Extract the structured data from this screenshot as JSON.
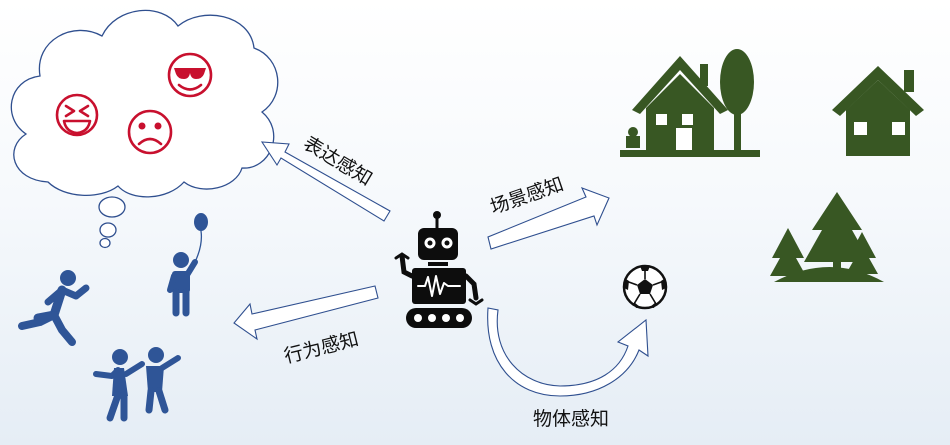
{
  "labels": {
    "expression": "表达感知",
    "scene": "场景感知",
    "behavior": "行为感知",
    "object": "物体感知"
  },
  "colors": {
    "arrow_stroke": "#2f4f8f",
    "emoji_red": "#c8102e",
    "people_blue": "#2f5597",
    "tree_green": "#385723",
    "robot": "#0d0d0d",
    "cloud_stroke": "#2f4f8f"
  },
  "icons": {
    "cloud": "thought-cloud-icon",
    "emojis": [
      "laughing-face-icon",
      "sunglasses-face-icon",
      "sad-face-icon"
    ],
    "people": [
      "running-person-icon",
      "person-with-balloon-icon",
      "dancing-people-icon"
    ],
    "scenes": [
      "house-with-tree-icon",
      "house-icon",
      "pine-trees-icon"
    ],
    "object": "soccer-ball-icon",
    "robot": "robot-icon"
  }
}
